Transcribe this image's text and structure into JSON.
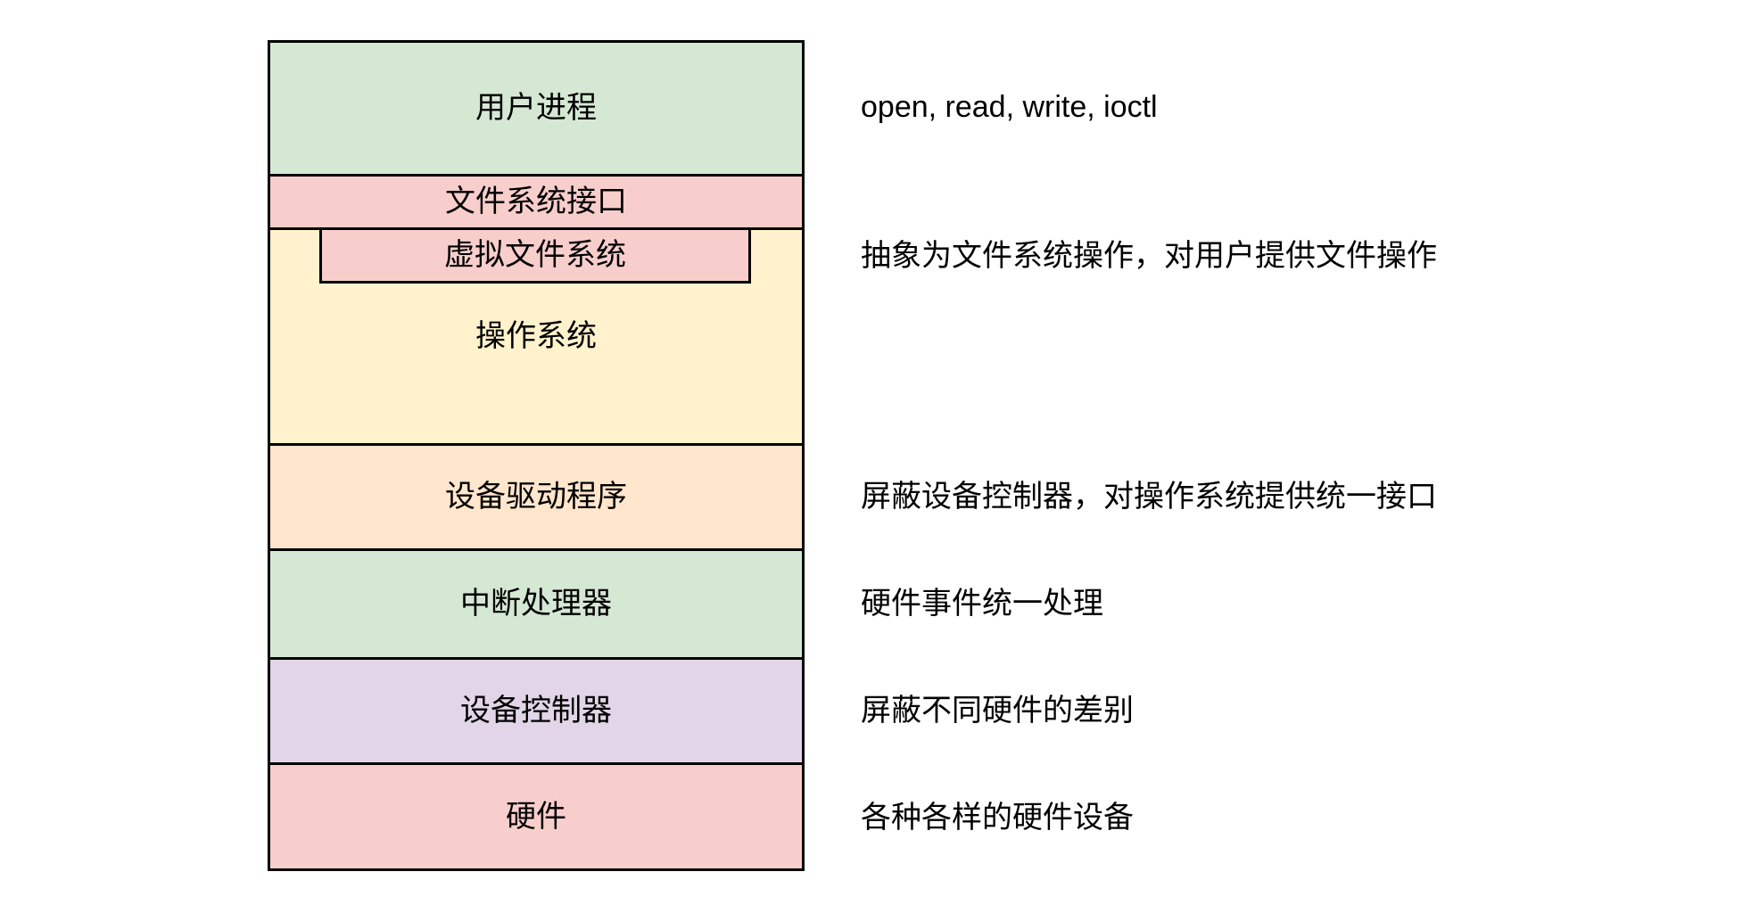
{
  "diagram": {
    "title": "operating-system-io-layers",
    "background": "#ffffff",
    "border_color": "#000000",
    "layers": [
      {
        "id": "user-process",
        "label": "用户进程",
        "fill": "#d5e8d4"
      },
      {
        "id": "fs-interface",
        "label": "文件系统接口",
        "fill": "#f8cecc"
      },
      {
        "id": "os",
        "label": "操作系统",
        "fill": "#fff2cc",
        "inner": {
          "id": "virtual-file-system",
          "label": "虚拟文件系统",
          "fill": "#f8cecc"
        }
      },
      {
        "id": "device-driver",
        "label": "设备驱动程序",
        "fill": "#ffe6cc"
      },
      {
        "id": "interrupt-handler",
        "label": "中断处理器",
        "fill": "#d5e8d4"
      },
      {
        "id": "device-controller",
        "label": "设备控制器",
        "fill": "#e1d5e7"
      },
      {
        "id": "hardware",
        "label": "硬件",
        "fill": "#f8cecc"
      }
    ],
    "annotations": [
      "open, read, write, ioctl",
      "抽象为文件系统操作，对用户提供文件操作",
      "屏蔽设备控制器，对操作系统提供统一接口",
      "硬件事件统一处理",
      "屏蔽不同硬件的差别",
      "各种各样的硬件设备"
    ]
  }
}
